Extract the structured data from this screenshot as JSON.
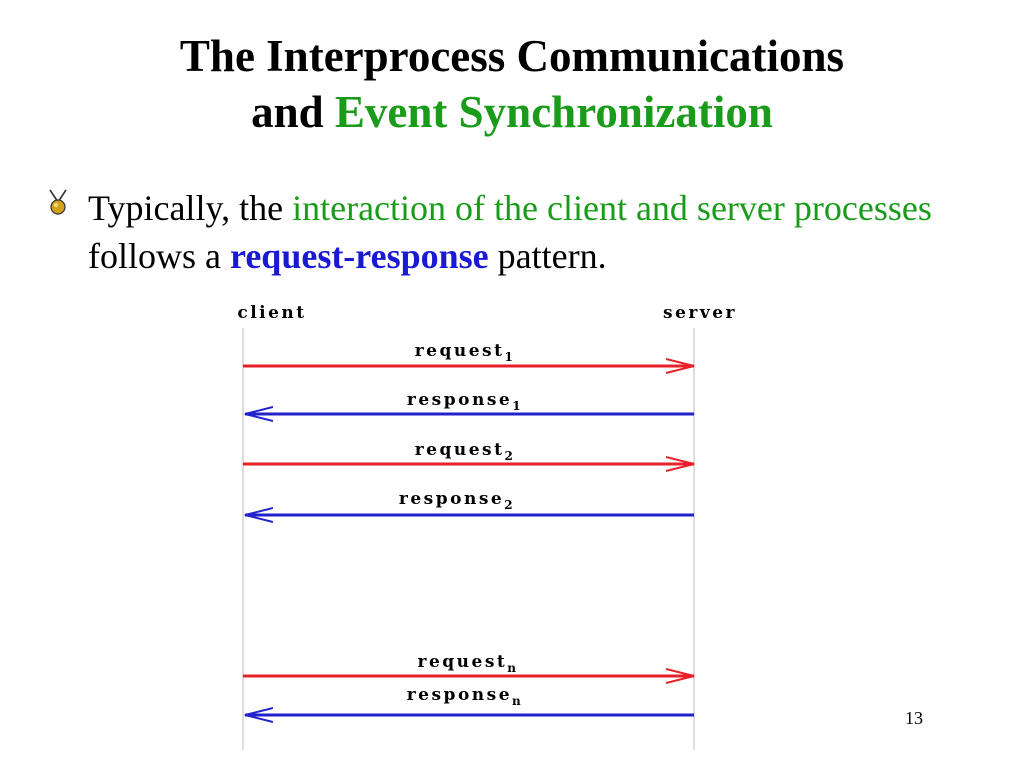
{
  "title": {
    "line1": "The Interprocess Communications",
    "line2_prefix": "and",
    "line2_highlight": "Event Synchronization"
  },
  "bullet": {
    "text_1": "Typically, the",
    "text_green": "interaction of the client and server processes",
    "text_2": "follows a",
    "text_bold_blue": "request-response",
    "text_3": "pattern."
  },
  "diagram": {
    "client_label": "client",
    "server_label": "server",
    "messages": [
      {
        "label": "request",
        "sub": "1"
      },
      {
        "label": "response",
        "sub": "1"
      },
      {
        "label": "request",
        "sub": "2"
      },
      {
        "label": "response",
        "sub": "2"
      },
      {
        "label": "request",
        "sub": "n"
      },
      {
        "label": "response",
        "sub": "n"
      }
    ]
  },
  "colors": {
    "title_highlight": "#1a9b1a",
    "request_arrow": "#e8202a",
    "response_arrow": "#2222cc",
    "bold_blue": "#1a1ad4"
  },
  "page_number": "13"
}
